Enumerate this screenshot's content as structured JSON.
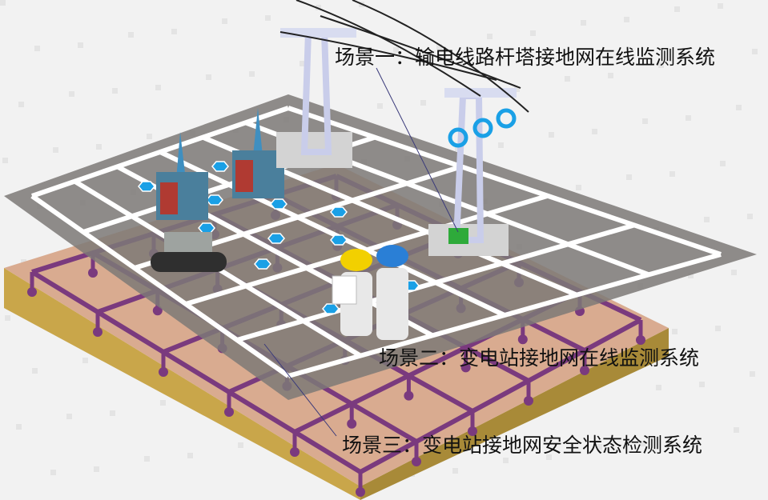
{
  "labels": {
    "scene1": "场景一：输电线路杆塔接地网在线监测系统",
    "scene2": "场景二：变电站接地网在线监测系统",
    "scene3": "场景三：变电站接地网安全状态检测系统"
  },
  "colors": {
    "background": "#f2f2f2",
    "soil_top": "#d9ab90",
    "soil_side": "#c9a64a",
    "grounding_grid": "#7a3a7e",
    "plate": "#8a8684",
    "road": "#ffffff",
    "sensor": "#1aa0e6",
    "tower": "#d8dcf0"
  }
}
